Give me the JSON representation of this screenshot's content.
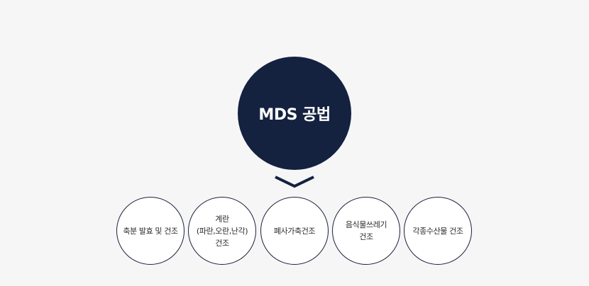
{
  "hub": {
    "label": "MDS 공법",
    "color": "#142240"
  },
  "uses": [
    {
      "label": "축분 발효 및 건조"
    },
    {
      "label": "계란\n(파란,오란,난각)\n건조"
    },
    {
      "label": "폐사가축건조"
    },
    {
      "label": "음식물쓰레기\n건조"
    },
    {
      "label": "각종수산물 건조"
    }
  ]
}
